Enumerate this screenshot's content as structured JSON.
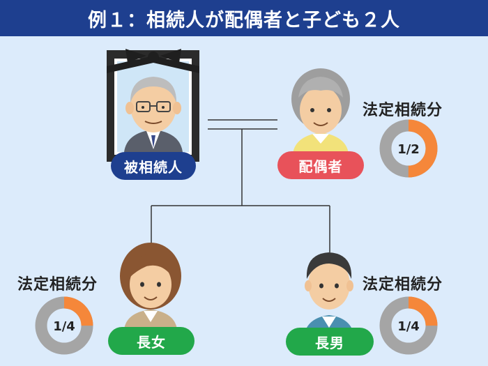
{
  "title": "例１：相続人が配偶者と子ども２人",
  "colors": {
    "header": "#1e3f8f",
    "background": "#dcebfb",
    "badge_deceased": "#1e3f8f",
    "badge_spouse": "#e8525a",
    "badge_child": "#22a84a",
    "share_fill": "#f5873a",
    "share_rest": "#a5a5a5"
  },
  "people": {
    "deceased": {
      "label": "被相続人"
    },
    "spouse": {
      "label": "配偶者",
      "share_heading": "法定相続分",
      "share_text": "1/2",
      "share_value": 0.5
    },
    "daughter": {
      "label": "長女",
      "share_heading": "法定相続分",
      "share_text": "1/4",
      "share_value": 0.25
    },
    "son": {
      "label": "長男",
      "share_heading": "法定相続分",
      "share_text": "1/4",
      "share_value": 0.25
    }
  }
}
